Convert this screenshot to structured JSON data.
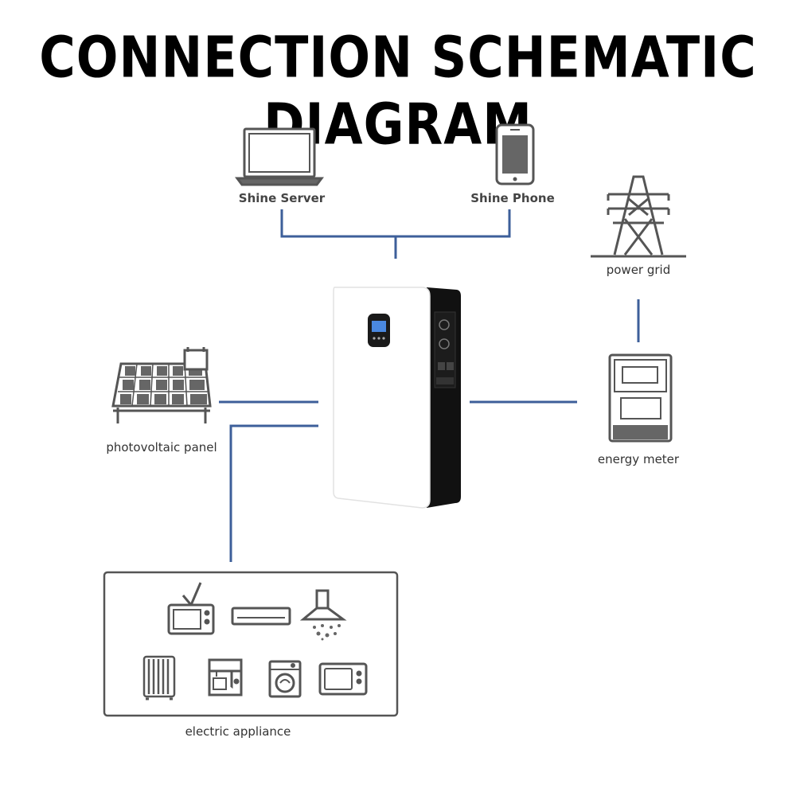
{
  "title": "CONNECTION SCHEMATIC DIAGRAM",
  "labels": {
    "shine_server": "Shine Server",
    "shine_phone": "Shine Phone",
    "power_grid": "power grid",
    "photovoltaic_panel": "photovoltaic panel",
    "energy_meter": "energy meter",
    "electric_appliance": "electric appliance"
  },
  "colors": {
    "connector": "#3d5f9a",
    "icon_stroke": "#555555",
    "battery_body": "#ffffff",
    "battery_side": "#111111"
  },
  "appliances": [
    "tv-icon",
    "air-conditioner-icon",
    "range-hood-icon",
    "oil-heater-icon",
    "coffee-machine-icon",
    "washing-machine-icon",
    "microwave-icon"
  ]
}
